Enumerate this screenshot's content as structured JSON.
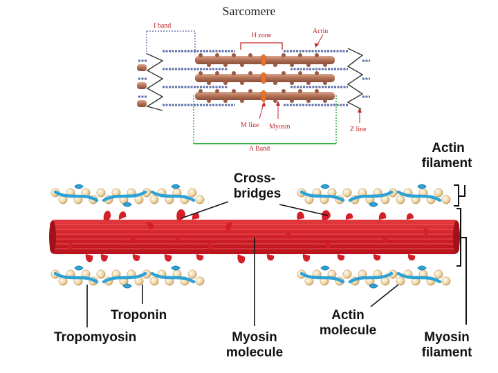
{
  "sarcomere": {
    "title": "Sarcomere",
    "labels": {
      "i_band": "I band",
      "h_zone": "H zone",
      "actin": "Actin",
      "m_line": "M line",
      "myosin": "Myosin",
      "z_line": "Z line",
      "a_band": "A Band"
    }
  },
  "filament_diagram": {
    "actin_filament": [
      "Actin",
      "filament"
    ],
    "cross_bridges": [
      "Cross-",
      "bridges"
    ],
    "troponin": "Troponin",
    "tropomyosin": "Tropomyosin",
    "myosin_molecule": [
      "Myosin",
      "molecule"
    ],
    "actin_molecule": [
      "Actin",
      "molecule"
    ],
    "myosin_filament": [
      "Myosin",
      "filament"
    ]
  },
  "colors": {
    "myosin_red": "#d8232a",
    "actin_bead": "#f3ddb4",
    "tropomyosin_blue": "#2ca2d6",
    "label_red": "#c0262d",
    "a_band_green": "#38b24a",
    "i_band_navy": "#2b2f7a"
  }
}
